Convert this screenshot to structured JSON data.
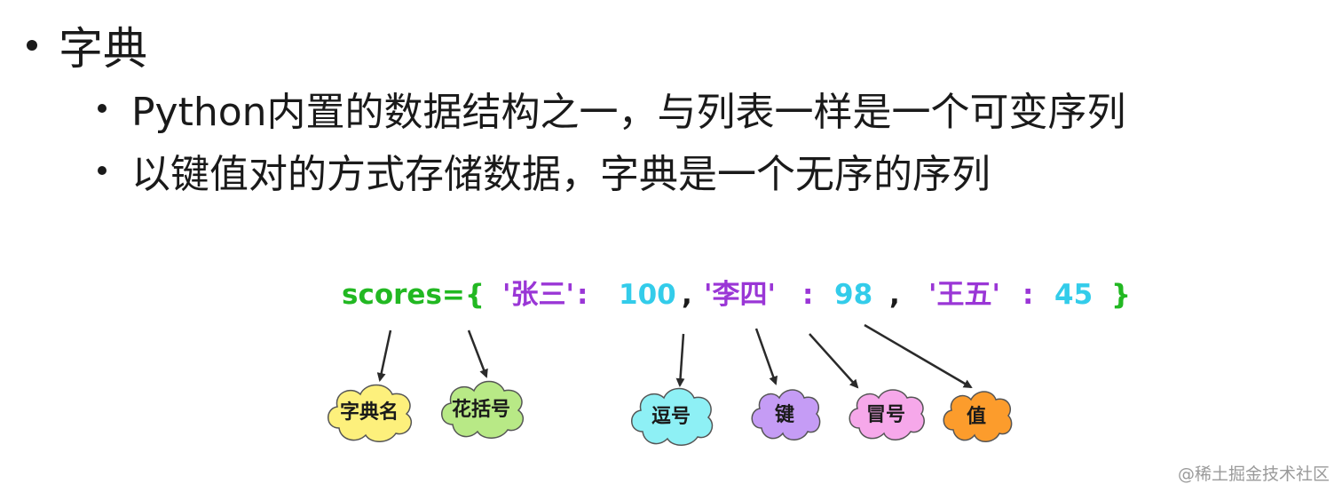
{
  "heading": "字典",
  "bullets": [
    "Python内置的数据结构之一，与列表一样是一个可变序列",
    "以键值对的方式存储数据，字典是一个无序的序列"
  ],
  "code": {
    "var": "scores={",
    "k1": "'张三'",
    "c1": ":",
    "v1": "100",
    "comma1": ",",
    "k2": "'李四'",
    "c2": ":",
    "v2": "98",
    "comma2": ",",
    "k3": "'王五'",
    "c3": ":",
    "v3": "45",
    "close": "}"
  },
  "labels": {
    "dict_name": "字典名",
    "braces": "花括号",
    "comma": "逗号",
    "key": "键",
    "colon": "冒号",
    "value": "值"
  },
  "colors": {
    "var": "#22b822",
    "key": "#9a36d6",
    "value": "#33ccea",
    "cloud_dict_name": "#fdf07c",
    "cloud_braces": "#b8e986",
    "cloud_comma": "#8ef0f5",
    "cloud_key": "#c59cf5",
    "cloud_colon": "#f6a8ea",
    "cloud_value": "#fc9c2c"
  },
  "watermark": "@稀土掘金技术社区"
}
